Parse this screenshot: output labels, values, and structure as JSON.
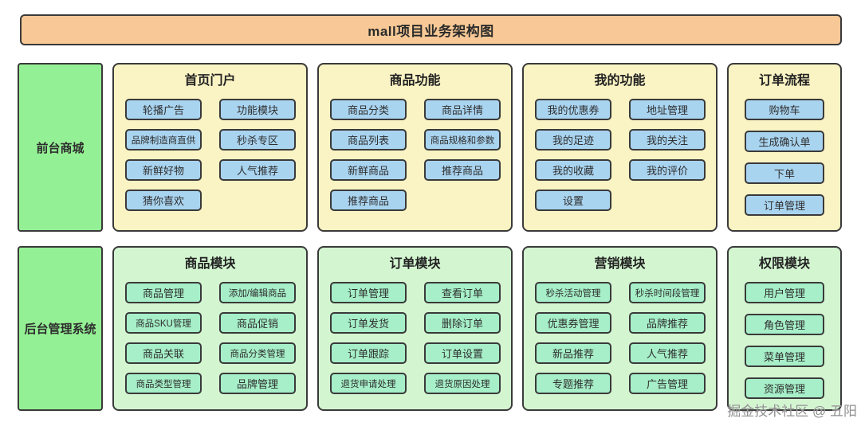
{
  "banner": {
    "title": "mall项目业务架构图"
  },
  "watermark": "掘金技术社区 @ 五阳",
  "colors": {
    "banner_bg": "#F8C996",
    "front_panel_bg": "#FAF3C3",
    "front_button_bg": "#A9D4F0",
    "back_panel_bg": "#D3F6D1",
    "back_button_bg": "#A6EFC8",
    "side_box_bg": "#94F094",
    "border": "#3A3A3A"
  },
  "rows": [
    {
      "side_label": "前台商城",
      "theme": "front",
      "panels": [
        {
          "title": "首页门户",
          "layout": "two-col",
          "buttons": [
            [
              "轮播广告",
              "功能模块"
            ],
            [
              "品牌制造商直供",
              "秒杀专区"
            ],
            [
              "新鲜好物",
              "人气推荐"
            ],
            [
              "猜你喜欢",
              null
            ]
          ]
        },
        {
          "title": "商品功能",
          "layout": "two-col",
          "buttons": [
            [
              "商品分类",
              "商品详情"
            ],
            [
              "商品列表",
              "商品规格和参数"
            ],
            [
              "新鲜商品",
              "推荐商品"
            ],
            [
              "推荐商品",
              null
            ]
          ]
        },
        {
          "title": "我的功能",
          "layout": "two-col",
          "buttons": [
            [
              "我的优惠券",
              "地址管理"
            ],
            [
              "我的足迹",
              "我的关注"
            ],
            [
              "我的收藏",
              "我的评价"
            ],
            [
              "设置",
              null
            ]
          ]
        },
        {
          "title": "订单流程",
          "layout": "one-col",
          "buttons": [
            [
              "购物车"
            ],
            [
              "生成确认单"
            ],
            [
              "下单"
            ],
            [
              "订单管理"
            ]
          ]
        }
      ]
    },
    {
      "side_label": "后台管理系统",
      "theme": "back",
      "panels": [
        {
          "title": "商品模块",
          "layout": "two-col",
          "buttons": [
            [
              "商品管理",
              "添加/编辑商品"
            ],
            [
              "商品SKU管理",
              "商品促销"
            ],
            [
              "商品关联",
              "商品分类管理"
            ],
            [
              "商品类型管理",
              "品牌管理"
            ]
          ]
        },
        {
          "title": "订单模块",
          "layout": "two-col",
          "buttons": [
            [
              "订单管理",
              "查看订单"
            ],
            [
              "订单发货",
              "删除订单"
            ],
            [
              "订单跟踪",
              "订单设置"
            ],
            [
              "退货申请处理",
              "退货原因处理"
            ]
          ]
        },
        {
          "title": "营销模块",
          "layout": "two-col",
          "buttons": [
            [
              "秒杀活动管理",
              "秒杀时间段管理"
            ],
            [
              "优惠券管理",
              "品牌推荐"
            ],
            [
              "新品推荐",
              "人气推荐"
            ],
            [
              "专题推荐",
              "广告管理"
            ]
          ]
        },
        {
          "title": "权限模块",
          "layout": "one-col",
          "buttons": [
            [
              "用户管理"
            ],
            [
              "角色管理"
            ],
            [
              "菜单管理"
            ],
            [
              "资源管理"
            ]
          ]
        }
      ]
    }
  ]
}
